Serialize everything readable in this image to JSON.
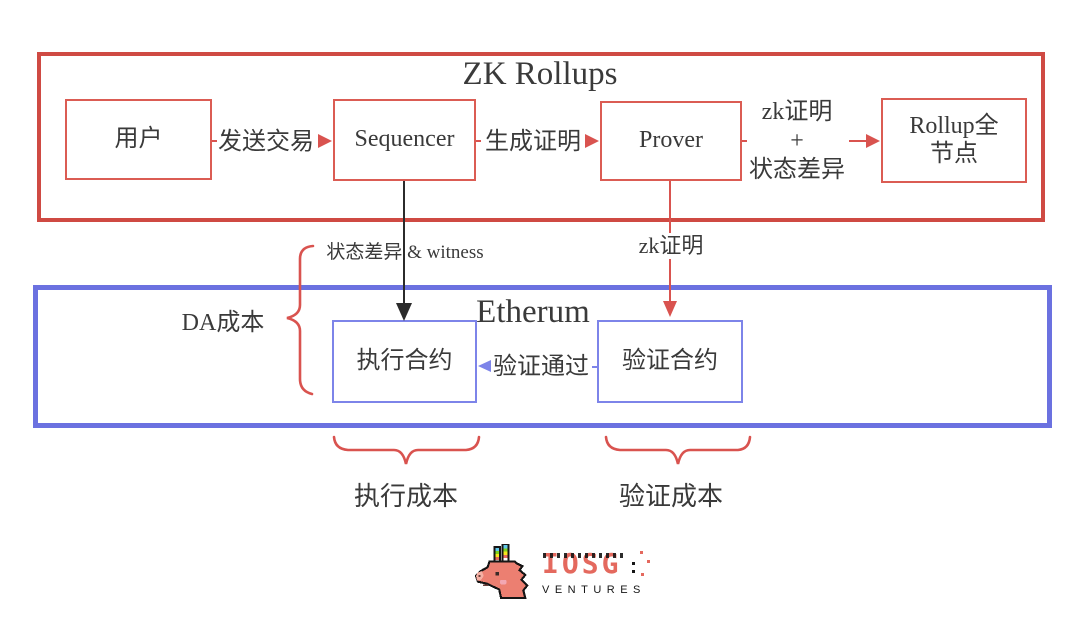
{
  "zk_section": {
    "title": "ZK Rollups",
    "nodes": {
      "user": "用户",
      "sequencer": "Sequencer",
      "prover": "Prover",
      "rollup_full_node_line1": "Rollup全",
      "rollup_full_node_line2": "节点"
    },
    "edges": {
      "send_tx": "发送交易",
      "generate_proof": "生成证明",
      "zk_plus_state_line1": "zk证明",
      "zk_plus_state_line2": "+",
      "zk_plus_state_line3": "状态差异"
    }
  },
  "cross_edges": {
    "state_diff_witness": "状态差异 & witness",
    "zk_proof": "zk证明"
  },
  "eth_section": {
    "title": "Etherum",
    "nodes": {
      "execution_contract": "执行合约",
      "verification_contract": "验证合约"
    },
    "edges": {
      "verification_passed": "验证通过"
    }
  },
  "cost_annotations": {
    "da_cost": "DA成本",
    "execution_cost": "执行成本",
    "verification_cost": "验证成本"
  },
  "logo": {
    "brand": "IOSG",
    "subtitle": "VENTURES"
  },
  "colors": {
    "outer_red": "#cf4a43",
    "node_red": "#db5c53",
    "arrow_red": "#d9534f",
    "outer_blue": "#6b71e0",
    "node_blue": "#7d84e9",
    "arrow_black": "#2b2b2b",
    "text": "#3a3a3a",
    "logo_salmon": "#e4695e"
  }
}
